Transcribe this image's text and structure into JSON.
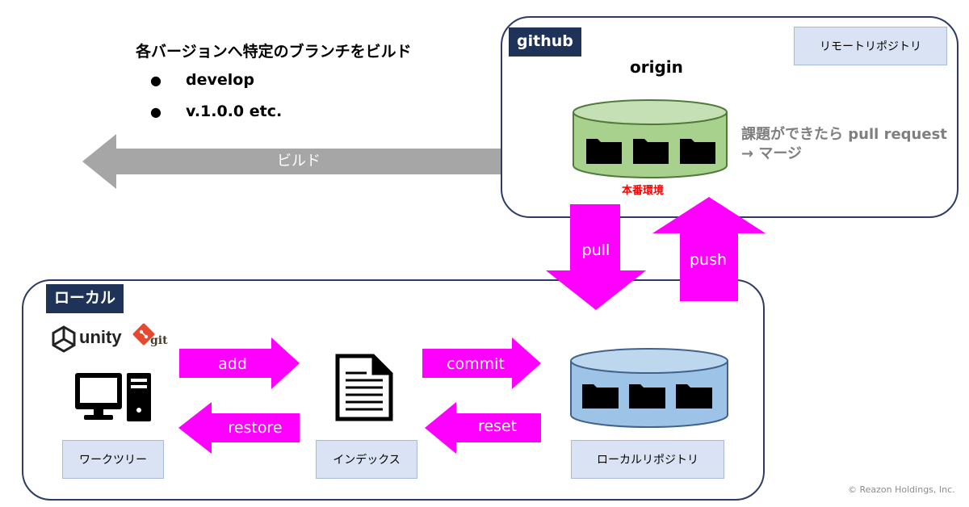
{
  "title": "各バージョンへ特定のブランチをビルド",
  "bullets": [
    "develop",
    "v.1.0.0 etc."
  ],
  "build_arrow_label": "ビルド",
  "remote": {
    "tag": "github",
    "label_box": "リモートリポジトリ",
    "origin": "origin",
    "repo_caption": "本番環境",
    "note_line1": "課題ができたら pull request",
    "note_line2": "→ マージ"
  },
  "vertical_arrows": {
    "pull": "pull",
    "push": "push"
  },
  "local": {
    "tag": "ローカル",
    "unity_text": "unity",
    "git_text": "git",
    "worktree_label": "ワークツリー",
    "index_label": "インデックス",
    "local_repo_label": "ローカルリポジトリ",
    "add": "add",
    "restore": "restore",
    "commit": "commit",
    "reset": "reset"
  },
  "colors": {
    "navy": "#1f3359",
    "magenta": "#ff00ff",
    "gray_arrow": "#a6a6a6",
    "green_db": "#a9d18e",
    "blue_db": "#9dc3e6",
    "label_fill": "#dae3f3",
    "red_caption": "#ff0000",
    "note_gray": "#7f7f7f"
  },
  "copyright": "© Reazon Holdings, Inc."
}
